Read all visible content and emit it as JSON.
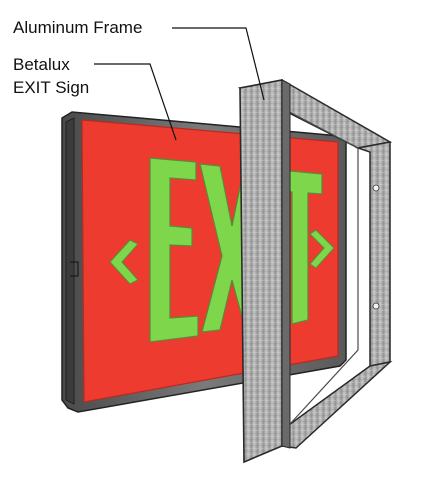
{
  "callouts": {
    "frame": "Aluminum Frame",
    "sign_line1": "Betalux",
    "sign_line2": "EXIT Sign"
  },
  "sign": {
    "legend": "EXIT",
    "face_color": "#ee3b2f",
    "letter_color": "#7ed64a",
    "letter_outline": "#5a8a3a",
    "housing_color": "#6e6e6e",
    "indicator_color": "#cc2a1a"
  },
  "frame": {
    "metal_color": "#b9b9b9",
    "edge_color": "#2a2a2a"
  },
  "icons": [
    "left-chevron-arrow-icon",
    "right-chevron-arrow-icon"
  ]
}
